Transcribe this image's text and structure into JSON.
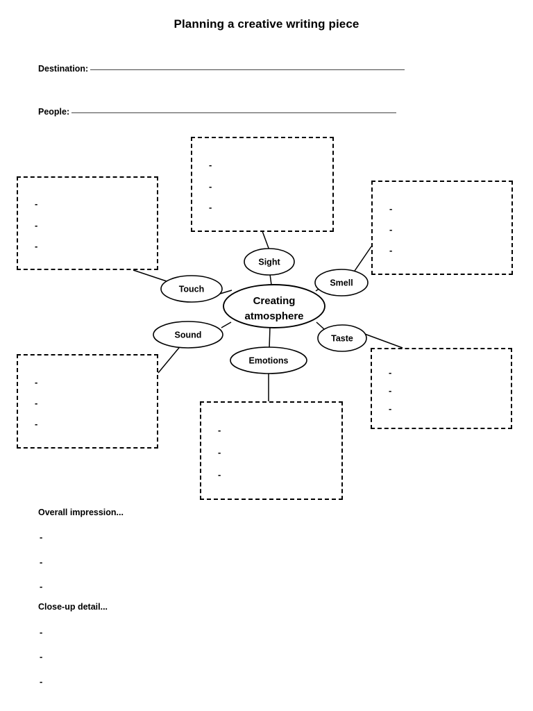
{
  "document": {
    "title": "Planning a creative writing piece"
  },
  "fields": [
    {
      "label": "Destination:",
      "value": ""
    },
    {
      "label": "People:",
      "value": ""
    }
  ],
  "mindmap": {
    "center": {
      "label_line1": "Creating",
      "label_line2": "atmosphere"
    },
    "nodes": [
      {
        "id": "sight",
        "label": "Sight"
      },
      {
        "id": "smell",
        "label": "Smell"
      },
      {
        "id": "taste",
        "label": "Taste"
      },
      {
        "id": "emotions",
        "label": "Emotions"
      },
      {
        "id": "sound",
        "label": "Sound"
      },
      {
        "id": "touch",
        "label": "Touch"
      }
    ]
  },
  "note_boxes": [
    {
      "id": "sight",
      "bullets": [
        "-",
        "-",
        "-"
      ]
    },
    {
      "id": "touch",
      "bullets": [
        "-",
        "-",
        "-"
      ]
    },
    {
      "id": "smell",
      "bullets": [
        "-",
        "-",
        "-"
      ]
    },
    {
      "id": "sound",
      "bullets": [
        "-",
        "-",
        "-"
      ]
    },
    {
      "id": "taste",
      "bullets": [
        "-",
        "-",
        "-"
      ]
    },
    {
      "id": "emotions",
      "bullets": [
        "-",
        "-",
        "-"
      ]
    }
  ],
  "prompts": [
    {
      "id": "overall",
      "heading": "Overall impression...",
      "bullets": [
        "-",
        "-",
        "-"
      ]
    },
    {
      "id": "closeup",
      "heading": "Close-up detail...",
      "bullets": [
        "-",
        "-",
        "-"
      ]
    }
  ],
  "colors": {
    "ink": "#000000",
    "paper": "#ffffff",
    "rule": "#444444"
  }
}
